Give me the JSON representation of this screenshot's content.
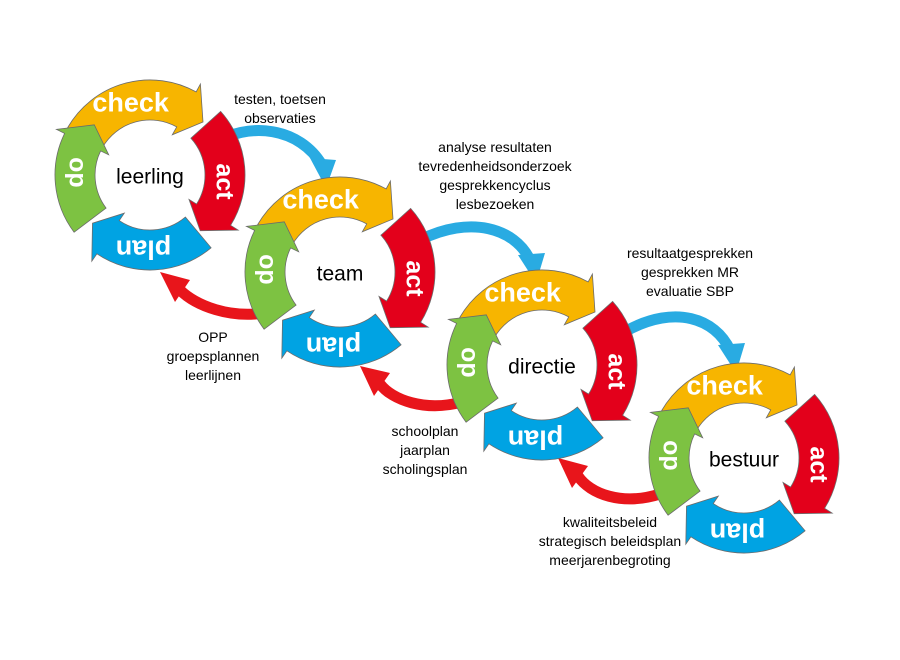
{
  "colors": {
    "check": "#f7b500",
    "act": "#e3001b",
    "plan": "#00a3e3",
    "do": "#7dc242",
    "forward_arrow": "#29abe2",
    "feedback_arrow": "#e8151b"
  },
  "segments": {
    "check": "check",
    "act": "act",
    "plan": "plan",
    "do": "do"
  },
  "cycles": [
    {
      "label": "leerling"
    },
    {
      "label": "team"
    },
    {
      "label": "directie"
    },
    {
      "label": "bestuur"
    }
  ],
  "forward_notes": [
    [
      "testen, toetsen",
      "observaties"
    ],
    [
      "analyse resultaten",
      "tevredenheidsonderzoek",
      "gesprekkencyclus",
      "lesbezoeken"
    ],
    [
      "resultaatgesprekken",
      "gesprekken MR",
      "evaluatie SBP"
    ]
  ],
  "feedback_notes": [
    [
      "OPP",
      "groepsplannen",
      "leerlijnen"
    ],
    [
      "schoolplan",
      "jaarplan",
      "scholingsplan"
    ],
    [
      "kwaliteitsbeleid",
      "strategisch beleidsplan",
      "meerjarenbegroting"
    ]
  ]
}
